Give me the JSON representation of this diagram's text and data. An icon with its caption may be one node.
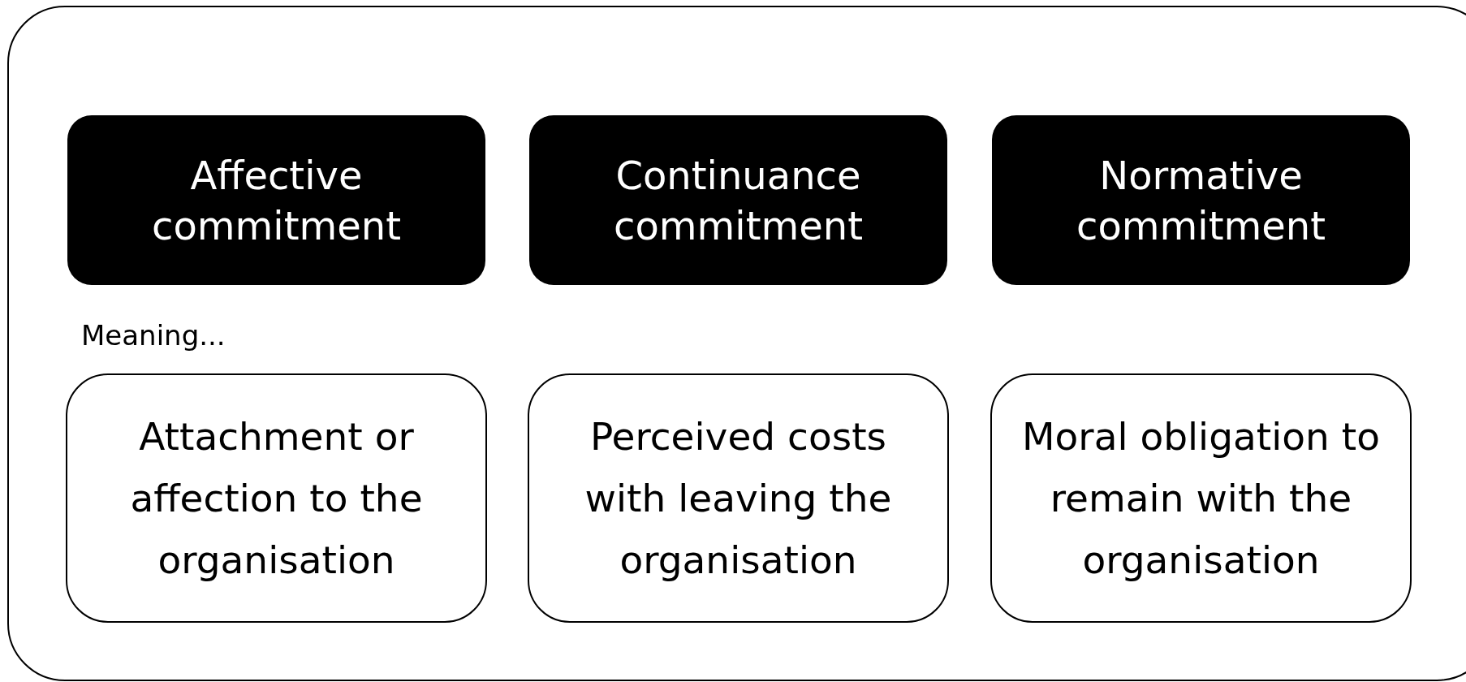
{
  "diagram": {
    "nodes": [
      {
        "text": [
          "Affective commitment"
        ]
      },
      {
        "text": [
          "Continuance commitment"
        ]
      },
      {
        "text": [
          "Normative commitment"
        ]
      },
      {
        "text": [
          "Attachment or affection to the organisation"
        ]
      },
      {
        "text": [
          "Perceived costs with leaving the organisation"
        ]
      },
      {
        "text": [
          "Moral obligation to remain with the organisation"
        ]
      }
    ],
    "labels": [
      "Meaning..."
    ]
  }
}
